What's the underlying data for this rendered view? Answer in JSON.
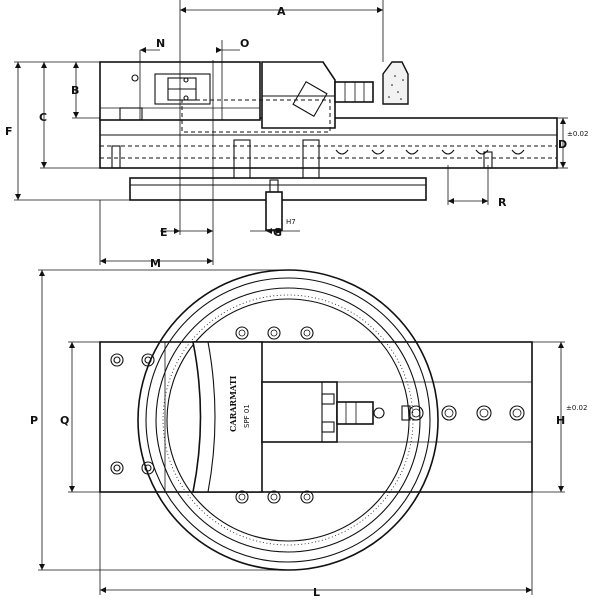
{
  "labels": {
    "A": "A",
    "B": "B",
    "C": "C",
    "D": "D",
    "E": "E",
    "F": "F",
    "G": "G",
    "H": "H",
    "L": "L",
    "M": "M",
    "N": "N",
    "O": "O",
    "P": "P",
    "Q": "Q",
    "R": "R",
    "H7": "H7",
    "tol_top": "±0.02",
    "tol_bottom": "±0.02"
  },
  "brand": {
    "line1": "CARARMATI",
    "line2": "SPF 01"
  }
}
